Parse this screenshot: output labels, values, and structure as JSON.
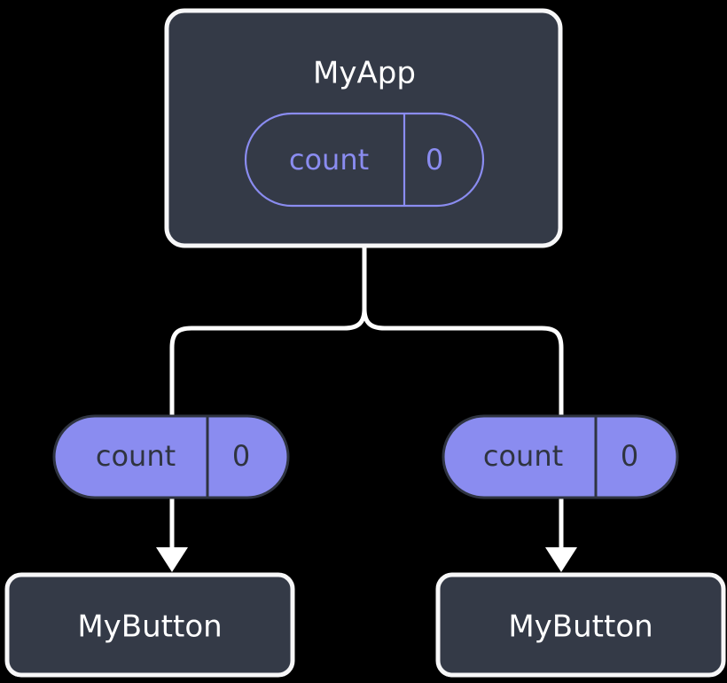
{
  "diagram": {
    "title": "component-state-propagation-tree",
    "background_color": "#000000",
    "palette": {
      "node_fill": "#343a47",
      "node_border": "#f7f7f8",
      "node_text": "#ffffff",
      "accent_purple": "#8a8cf0",
      "pill_outline_text": "#8a8cf0",
      "pill_filled_text": "#2f3440",
      "edge_color": "#ffffff"
    },
    "root": {
      "label": "MyApp",
      "state_pill": {
        "key": "count",
        "value": "0",
        "style": "outline"
      }
    },
    "branches": [
      {
        "id": "left",
        "prop_pill": {
          "key": "count",
          "value": "0",
          "style": "filled"
        },
        "child": {
          "label": "MyButton"
        }
      },
      {
        "id": "right",
        "prop_pill": {
          "key": "count",
          "value": "0",
          "style": "filled"
        },
        "child": {
          "label": "MyButton"
        }
      }
    ]
  }
}
